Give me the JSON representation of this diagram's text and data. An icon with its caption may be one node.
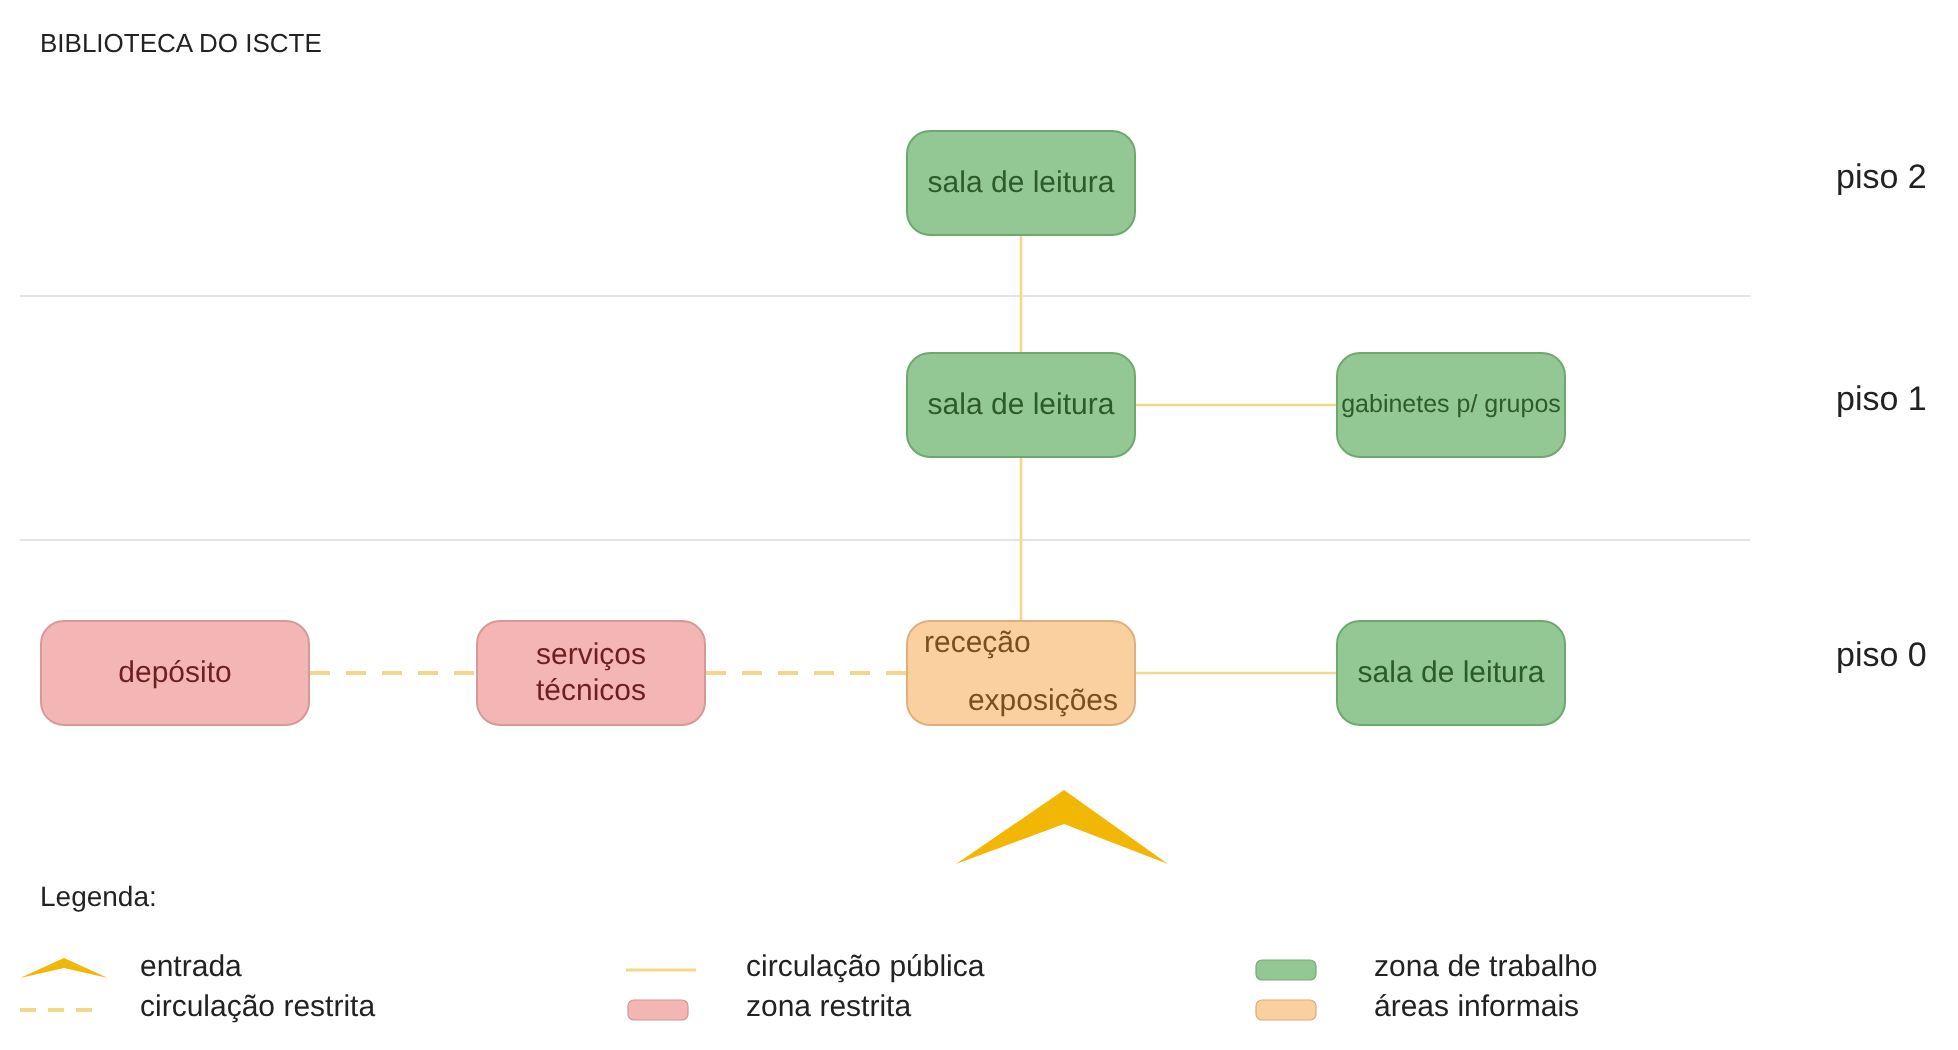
{
  "diagram": {
    "title": "BIBLIOTECA DO ISCTE",
    "nodes": [
      {
        "text": [
          "sala de leitura"
        ]
      },
      {
        "text": [
          "sala de leitura"
        ]
      },
      {
        "text": [
          "gabinetes p/ grupos"
        ]
      },
      {
        "text": [
          "depósito"
        ]
      },
      {
        "text": [
          "serviços técnicos"
        ]
      },
      {
        "text": [
          "receção",
          "exposições"
        ]
      },
      {
        "text": [
          "sala de leitura"
        ]
      }
    ],
    "edges": [
      {
        "from": 0,
        "to": 1,
        "arrow": "none"
      },
      {
        "from": 1,
        "to": 2,
        "arrow": "none"
      },
      {
        "from": 1,
        "to": 5,
        "arrow": "none"
      },
      {
        "from": 5,
        "to": 6,
        "arrow": "none"
      },
      {
        "from": 3,
        "to": 4,
        "arrow": "none",
        "style": "dashed"
      },
      {
        "from": 4,
        "to": 5,
        "arrow": "none",
        "style": "dashed"
      }
    ],
    "labels": [
      "piso 2",
      "piso 1",
      "piso 0",
      "Legenda:"
    ],
    "legend": [
      {
        "text": "entrada"
      },
      {
        "text": "circulação pública"
      },
      {
        "text": "zona de trabalho",
        "color": "#93c894"
      },
      {
        "text": "circulação restrita"
      },
      {
        "text": "zona restrita",
        "color": "#f4b6b4"
      },
      {
        "text": "áreas informais",
        "color": "#fbd09f"
      }
    ]
  }
}
